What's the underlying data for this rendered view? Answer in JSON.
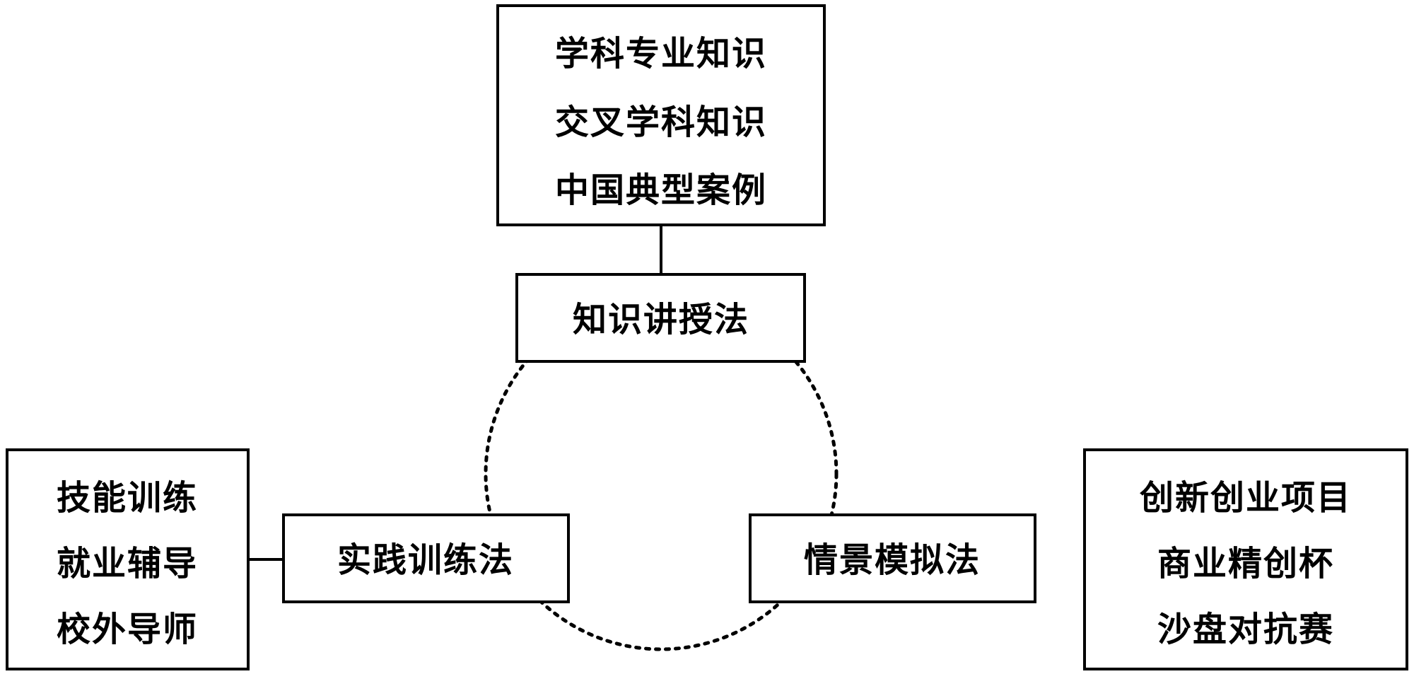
{
  "knowledge_box": {
    "items": [
      "学科专业知识",
      "交叉学科知识",
      "中国典型案例"
    ]
  },
  "methods": {
    "lecture": "知识讲授法",
    "practice": "实践训练法",
    "simulation": "情景模拟法"
  },
  "practice_box": {
    "items": [
      "技能训练",
      "就业辅导",
      "校外导师"
    ]
  },
  "simulation_box": {
    "items": [
      "创新创业项目",
      "商业精创杯",
      "沙盘对抗赛"
    ]
  }
}
